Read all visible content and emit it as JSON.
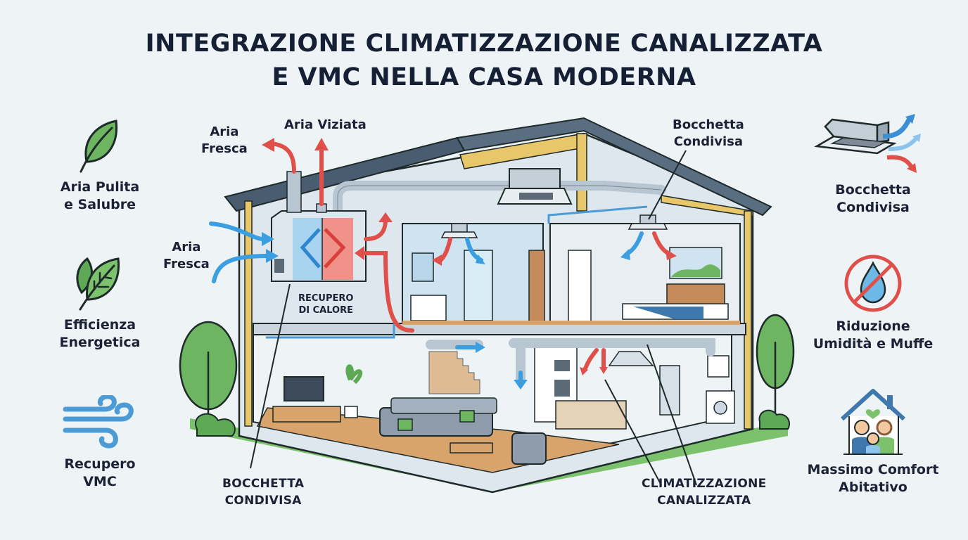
{
  "title": {
    "line1": "INTEGRAZIONE CLIMATIZZAZIONE CANALIZZATA",
    "line2": "E VMC NELLA CASA MODERNA"
  },
  "left_features": [
    {
      "icon": "leaf-icon",
      "label_line1": "Aria Pulita",
      "label_line2": "e Salubre"
    },
    {
      "icon": "double-leaf-icon",
      "label_line1": "Efficienza",
      "label_line2": "Energetica"
    },
    {
      "icon": "wind-icon",
      "label_line1": "Recupero",
      "label_line2": "VMC"
    }
  ],
  "right_features": [
    {
      "icon": "cassette-unit-icon",
      "label_line1": "Bocchetta",
      "label_line2": "Condivisa"
    },
    {
      "icon": "no-humidity-icon",
      "label_line1": "Riduzione",
      "label_line2": "Umidità e Muffe"
    },
    {
      "icon": "family-home-icon",
      "label_line1": "Massimo Comfort",
      "label_line2": "Abitativo"
    }
  ],
  "callouts": {
    "aria_fresca_top": {
      "line1": "Aria",
      "line2": "Fresca"
    },
    "aria_viziata": "Aria Viziata",
    "aria_fresca_left": {
      "line1": "Aria",
      "line2": "Fresca"
    },
    "recupero_calore": {
      "line1": "RECUPERO",
      "line2": "DI CALORE"
    },
    "bocchetta_top": {
      "line1": "Bocchetta",
      "line2": "Condivisa"
    },
    "bocchetta_bottom": {
      "line1": "BOCCHETTA",
      "line2": "CONDIVISA"
    },
    "climatizzazione": {
      "line1": "CLIMATIZZAZIONE",
      "line2": "CANALIZZATA"
    }
  },
  "colors": {
    "background": "#eef3f6",
    "title": "#162035",
    "warm_air": "#e0504a",
    "cool_air": "#3a9ee0",
    "roof": "#4a5d70",
    "insulation": "#e8c66a",
    "green": "#6db560",
    "wood_floor": "#d9a46c",
    "duct": "#b8c6d2"
  }
}
